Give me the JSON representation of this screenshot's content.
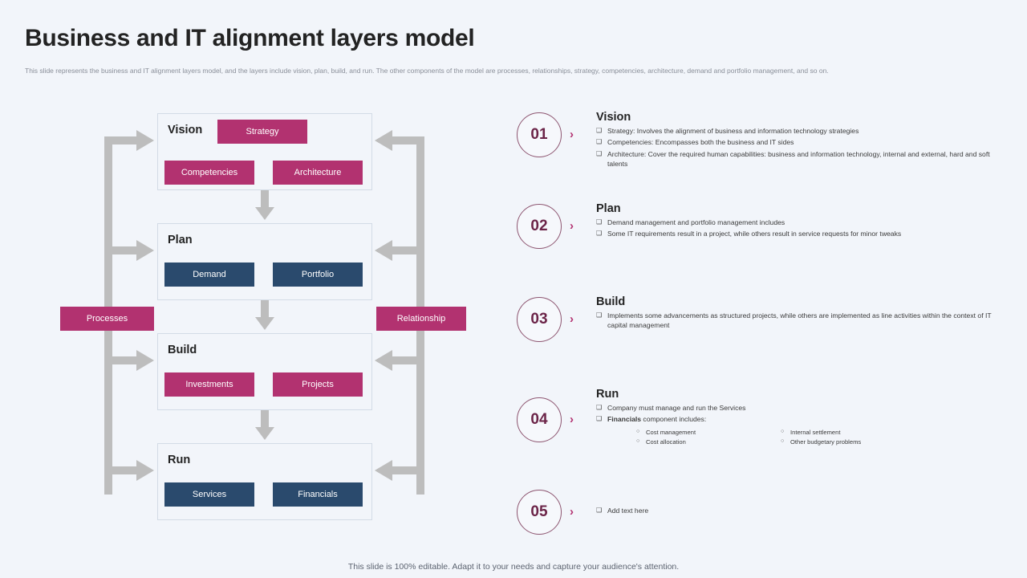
{
  "header": {
    "title": "Business and IT alignment layers model",
    "subtitle": "This slide represents the business and IT  alignment  layers model,  and the layers include vision, plan, build,  and run. The other components of the model are processes, relationships, strategy, competencies, architecture, demand and portfolio management, and so on."
  },
  "colors": {
    "magenta": "#b23270",
    "navy": "#2a4a6d",
    "rail_gray": "#bdbdbd",
    "circle_border": "#8d5570",
    "background": "#f2f5fa"
  },
  "diagram": {
    "side_tags": {
      "left": "Processes",
      "right": "Relationship"
    },
    "layers": [
      {
        "label": "Vision",
        "style": "magenta",
        "top_chip": "Strategy",
        "left_chip": "Competencies",
        "right_chip": "Architecture"
      },
      {
        "label": "Plan",
        "style": "navy",
        "left_chip": "Demand",
        "right_chip": "Portfolio"
      },
      {
        "label": "Build",
        "style": "magenta",
        "left_chip": "Investments",
        "right_chip": "Projects"
      },
      {
        "label": "Run",
        "style": "navy",
        "left_chip": "Services",
        "right_chip": "Financials"
      }
    ]
  },
  "steps": [
    {
      "number": "01",
      "chevron": "›",
      "heading": "Vision",
      "bullets": [
        "Strategy: Involves the alignment  of business and information technology strategies",
        "Competencies: Encompasses both the business and IT  sides",
        "Architecture: Cover the required human  capabilities: business and information technology, internal and external, hard and soft talents"
      ]
    },
    {
      "number": "02",
      "chevron": "›",
      "heading": "Plan",
      "bullets": [
        "Demand  management  and portfolio management  includes",
        "Some IT  requirements result in a project,  while others result in service requests for minor tweaks"
      ]
    },
    {
      "number": "03",
      "chevron": "›",
      "heading": "Build",
      "bullets": [
        "Implements  some advancements as structured projects, while others are implemented  as line activities within the context of IT  capital management"
      ]
    },
    {
      "number": "04",
      "chevron": "›",
      "heading": "Run",
      "bullets": [
        "Company  must manage and run the Services"
      ],
      "bold_bullet": {
        "bold": "Financials",
        "rest": " component includes:"
      },
      "subbullets_left": [
        "Cost management",
        "Cost allocation"
      ],
      "subbullets_right": [
        "Internal settlement",
        "Other budgetary problems"
      ]
    },
    {
      "number": "05",
      "chevron": "›",
      "heading": "",
      "bullets": [
        "Add text here"
      ]
    }
  ],
  "icons": {
    "bullet_square": "❑",
    "sub_bullet_circle": "○"
  },
  "footer": {
    "note": "This slide is 100% editable. Adapt it to your needs and capture your audience's attention."
  }
}
